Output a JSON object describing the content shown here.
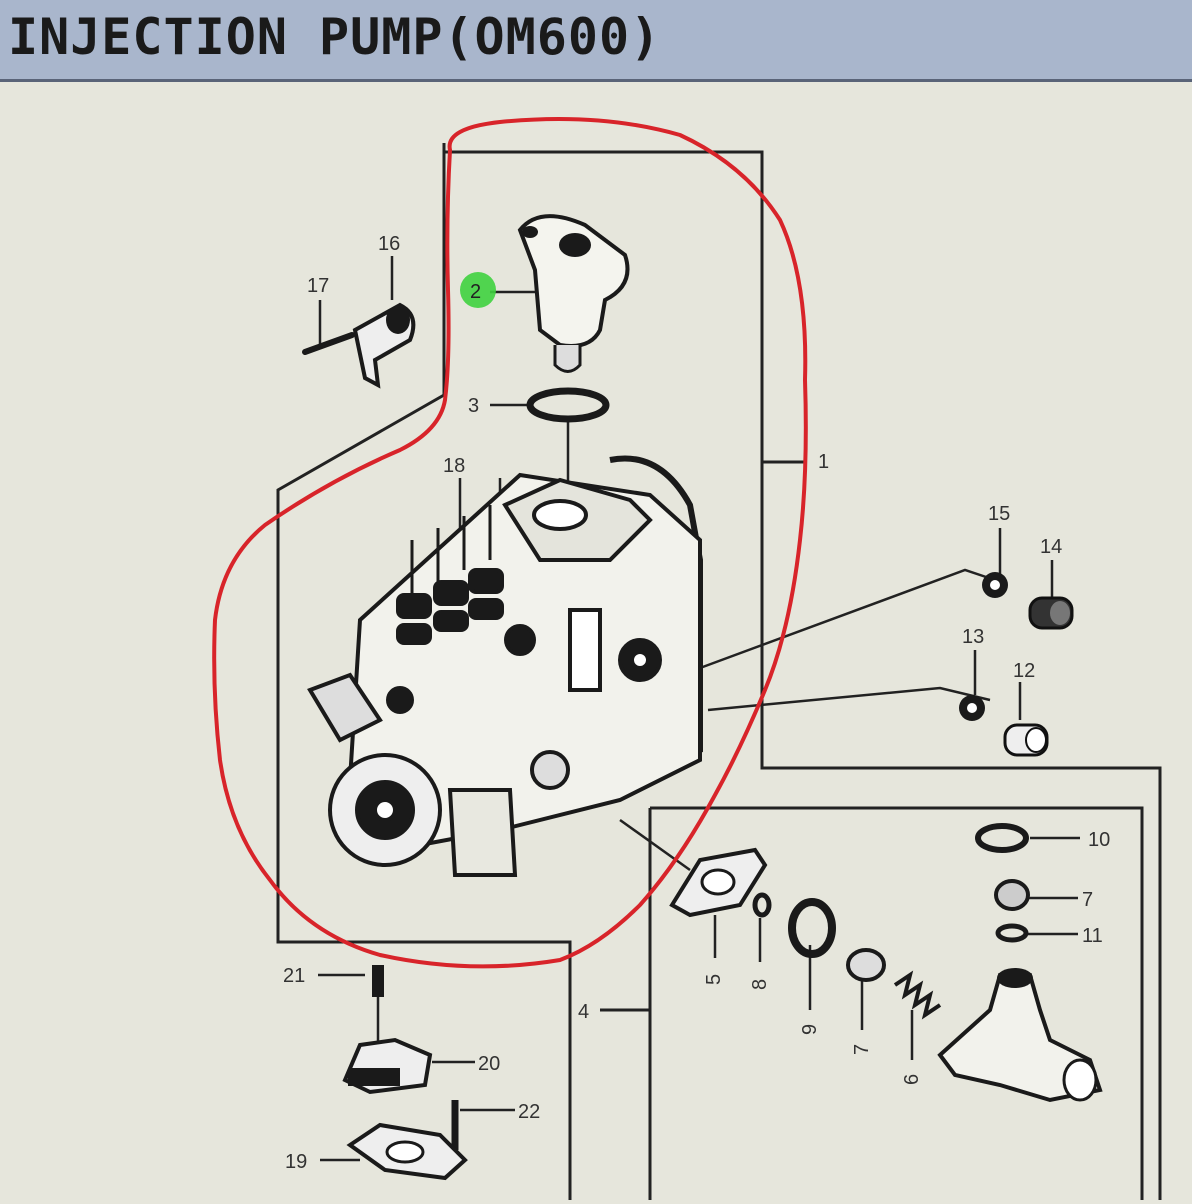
{
  "window": {
    "title": "INJECTION PUMP(OM600)"
  },
  "colors": {
    "title_bar": "#a9b6cc",
    "background": "#e6e6dc",
    "highlight_outline": "#d8242a",
    "selected_marker": "#3fd23f"
  },
  "callouts": {
    "c1": "1",
    "c2": "2",
    "c3": "3",
    "c4": "4",
    "c5": "5",
    "c6": "6",
    "c7a": "7",
    "c7b": "7",
    "c8": "8",
    "c9": "9",
    "c10": "10",
    "c11": "11",
    "c12": "12",
    "c13": "13",
    "c14": "14",
    "c15": "15",
    "c16": "16",
    "c17": "17",
    "c18": "18",
    "c19": "19",
    "c20": "20",
    "c21": "21",
    "c22": "22"
  },
  "selected_part": "2"
}
